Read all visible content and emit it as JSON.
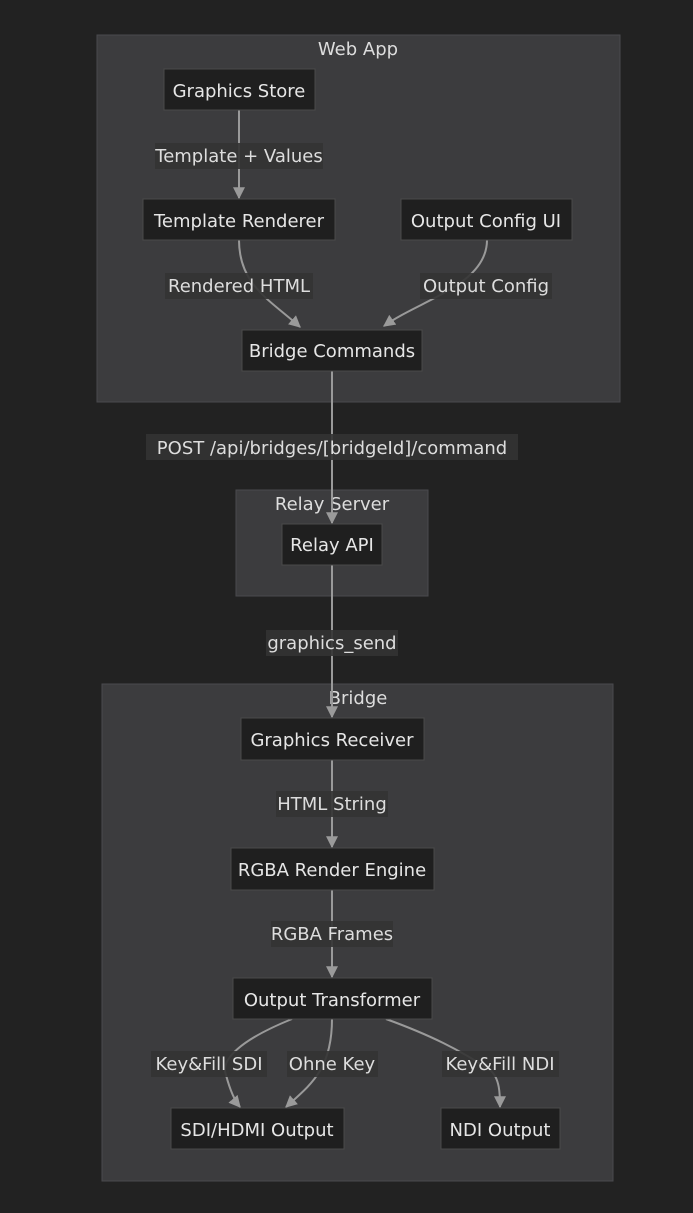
{
  "clusters": {
    "webapp": "Web App",
    "relay": "Relay Server",
    "bridge": "Bridge"
  },
  "nodes": {
    "graphics_store": "Graphics Store",
    "template_renderer": "Template Renderer",
    "output_config_ui": "Output Config UI",
    "bridge_commands": "Bridge Commands",
    "relay_api": "Relay API",
    "graphics_receiver": "Graphics Receiver",
    "rgba_render_engine": "RGBA Render Engine",
    "output_transformer": "Output Transformer",
    "sdi_hdmi_output": "SDI/HDMI Output",
    "ndi_output": "NDI Output"
  },
  "edges": {
    "template_values": "Template + Values",
    "rendered_html": "Rendered HTML",
    "output_config": "Output Config",
    "post_command": "POST /api/bridges/[bridgeId]/command",
    "graphics_send": "graphics_send",
    "html_string": "HTML String",
    "rgba_frames": "RGBA Frames",
    "keyfill_sdi": "Key&Fill SDI",
    "ohne_key": "Ohne Key",
    "keyfill_ndi": "Key&Fill NDI"
  },
  "colors": {
    "background": "#222222",
    "cluster_fill": "#3c3c3e",
    "node_fill": "#1f1f1f",
    "edge_stroke": "#9a9a9a",
    "text": "#e6e6e6"
  }
}
